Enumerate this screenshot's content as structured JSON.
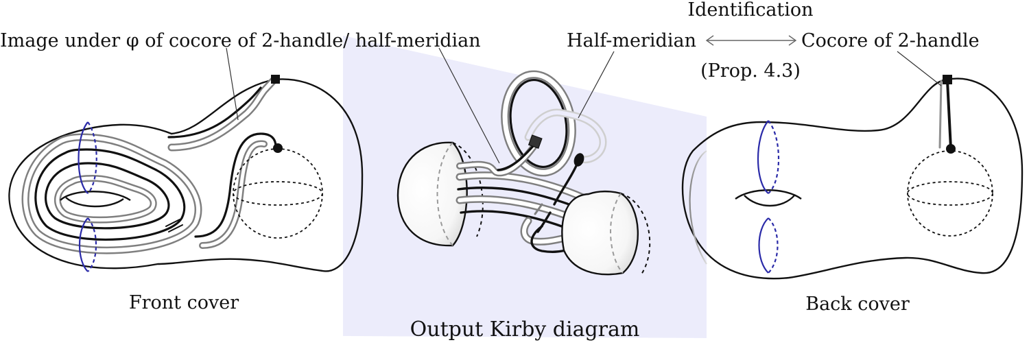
{
  "labels": {
    "image_under_phi": "Image under φ of cocore of 2-handle/ half-meridian",
    "half_meridian": "Half-meridian",
    "identification": "Identification",
    "cocore": "Cocore of 2-handle",
    "prop": "(Prop. 4.3)",
    "front_cover": "Front cover",
    "output_kirby": "Output Kirby diagram",
    "back_cover": "Back cover"
  },
  "colors": {
    "curve_black": "#111111",
    "curve_gray": "#7f7f7f",
    "curve_light_gray": "#c4c4c4",
    "meridian_blue": "#2a2aa8",
    "plane_fill": "#ececfb",
    "arrow_gray": "#666666"
  },
  "icons": {
    "basepoint": "filled-square",
    "endpoint": "filled-circle",
    "identification_arrow": "double-headed-arrow"
  }
}
